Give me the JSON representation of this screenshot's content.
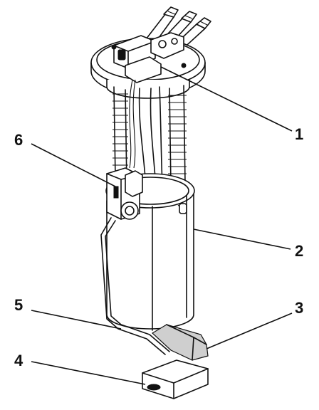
{
  "callouts": {
    "c1": "1",
    "c2": "2",
    "c3": "3",
    "c4": "4",
    "c5": "5",
    "c6": "6"
  },
  "colors": {
    "ink": "#111111",
    "background": "#ffffff",
    "shade": "#cfcfcf"
  }
}
